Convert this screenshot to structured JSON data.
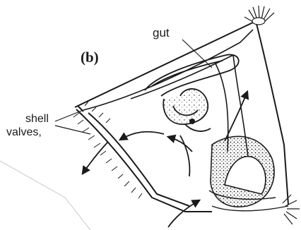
{
  "figure": {
    "panel_label": "(b)",
    "labels": {
      "gut": "gut",
      "shell_line1": "shell",
      "shell_line2": "valves,"
    }
  },
  "colors": {
    "ink": "#1a1a1a",
    "paper": "#ffffff",
    "faint_line": "#c8c8c8"
  }
}
